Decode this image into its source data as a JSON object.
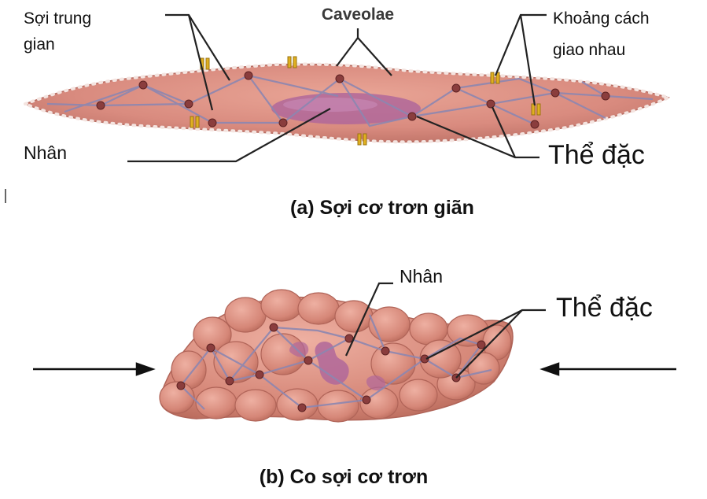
{
  "labels": {
    "intermediate_filament": [
      "Sợi trung",
      "gian"
    ],
    "caveolae": "Caveolae",
    "gap_junction": [
      "Khoảng cách",
      "giao nhau"
    ],
    "nucleus_a": "Nhân",
    "dense_body_a": "Thể đặc",
    "nucleus_b": "Nhân",
    "dense_body_b": "Thể đặc"
  },
  "captions": {
    "relaxed": "(a) Sợi cơ trơn giãn",
    "contracted": "(b) Co sợi cơ trơn"
  },
  "colors": {
    "cell_fill": "#d98b7f",
    "cell_edge": "#b86d62",
    "membrane_dots": "#f4e4e0",
    "nucleus": "#b0679a",
    "filaments": "#8c86b0",
    "dense_body": "#8a3d3d",
    "gap_junction": "#e0b020"
  }
}
